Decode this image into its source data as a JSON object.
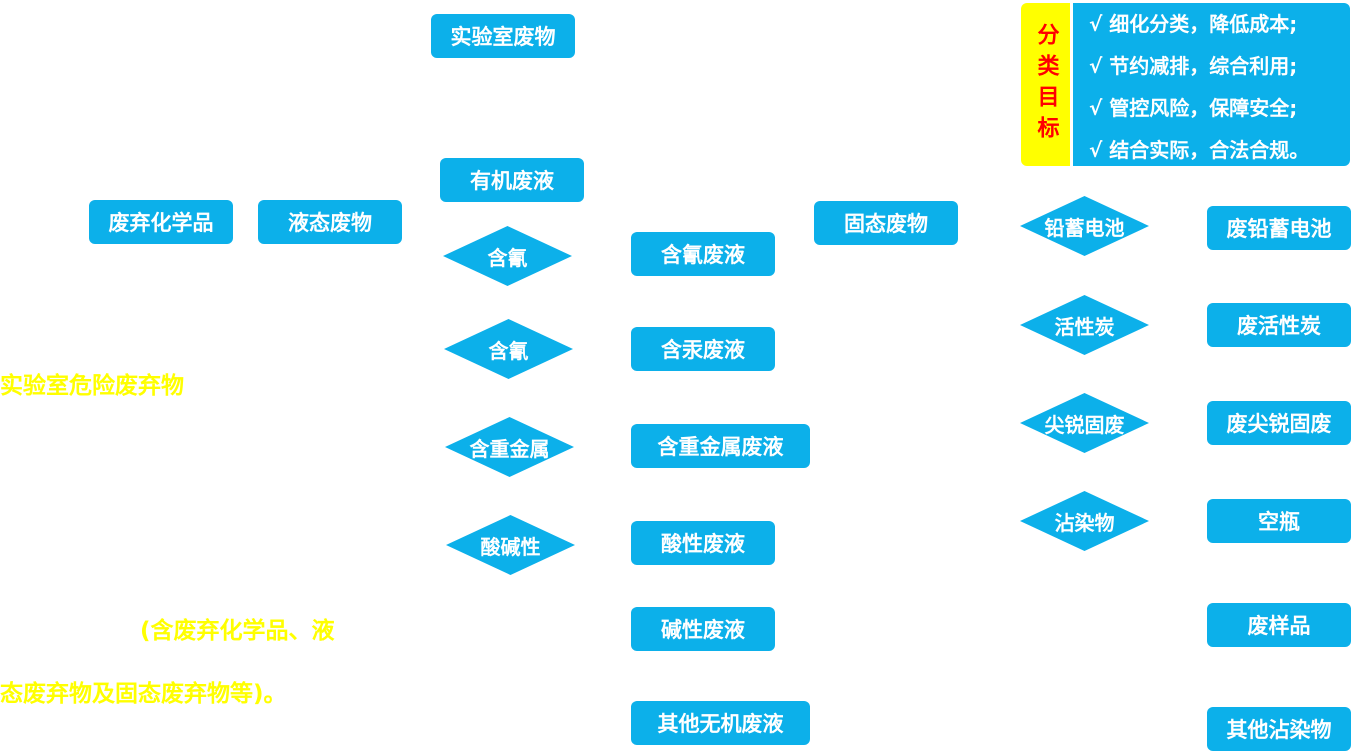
{
  "boxes": {
    "lab_waste": "实验室废物",
    "organic_liquid": "有机废液",
    "waste_chemicals": "废弃化学品",
    "liquid_waste": "液态废物",
    "cyanide_liquid": "含氰废液",
    "mercury_liquid": "含汞废液",
    "heavy_metal_liquid": "含重金属废液",
    "acid_liquid": "酸性废液",
    "alkaline_liquid": "碱性废液",
    "other_inorganic_liquid": "其他无机废液",
    "solid_waste": "固态废物",
    "waste_lead_battery": "废铅蓄电池",
    "waste_activated_carbon": "废活性炭",
    "waste_sharps": "废尖锐固废",
    "empty_bottles": "空瓶",
    "waste_samples": "废样品",
    "other_contaminated": "其他沾染物"
  },
  "diamonds": {
    "cyanide_1": "含氰",
    "cyanide_2": "含氰",
    "heavy_metal": "含重金属",
    "acid_base": "酸碱性",
    "lead_battery": "铅蓄电池",
    "activated_carbon": "活性炭",
    "sharps": "尖锐固废",
    "contaminated": "沾染物"
  },
  "yellow_text": {
    "title": "实验室危险废弃物",
    "note_line1": "(含废弃化学品、液",
    "note_line2": "态废弃物及固态废弃物等)。"
  },
  "goals": {
    "label": "分类目标",
    "items": [
      "√ 细化分类，降低成本;",
      "√ 节约减排，综合利用;",
      "√ 管控风险，保障安全;",
      "√ 结合实际，合法合规。"
    ]
  },
  "colors": {
    "box_blue": "#0cb0ea",
    "highlight_yellow": "#ffff00",
    "goal_label_red": "#ff0000"
  }
}
